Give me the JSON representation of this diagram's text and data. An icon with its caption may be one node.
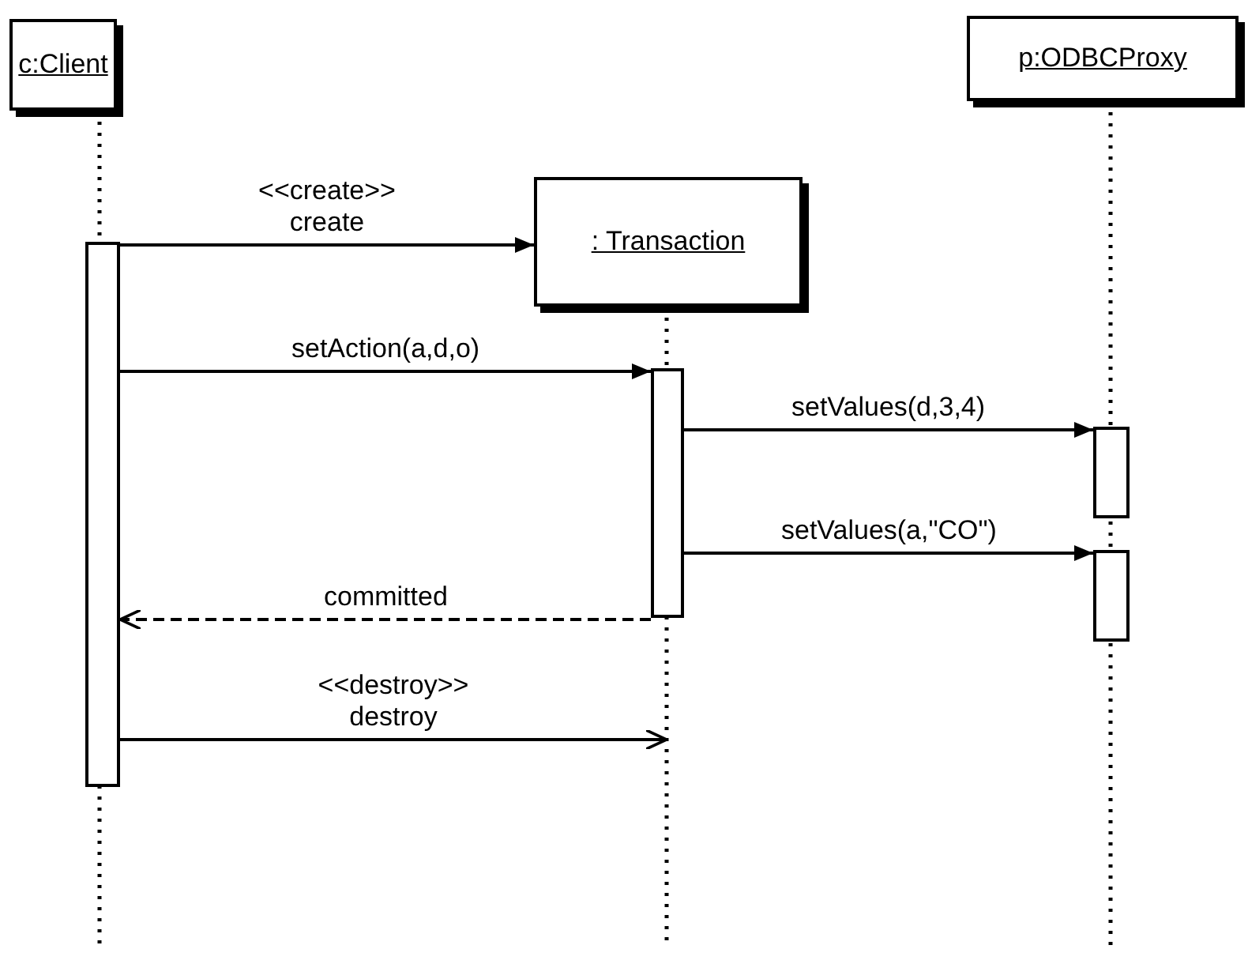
{
  "diagram": {
    "nodes": [
      {
        "text": [
          "c:Client"
        ]
      },
      {
        "text": [
          ": Transaction"
        ]
      },
      {
        "text": [
          "p:ODBCProxy"
        ]
      },
      {
        "text": [],
        "shape": "bar"
      },
      {
        "text": [],
        "shape": "bar"
      },
      {
        "text": [],
        "shape": "bar"
      },
      {
        "text": [],
        "shape": "bar"
      }
    ],
    "edges": [
      {
        "from": 3,
        "to": 1,
        "arrow": "to",
        "label": "<<create>> create"
      },
      {
        "from": 3,
        "to": 4,
        "arrow": "to",
        "label": "setAction(a,d,o)"
      },
      {
        "from": 4,
        "to": 5,
        "arrow": "to",
        "label": "setValues(d,3,4)"
      },
      {
        "from": 4,
        "to": 6,
        "arrow": "to",
        "label": "setValues(a,\"CO\")"
      },
      {
        "from": 4,
        "to": 3,
        "arrow": "to",
        "label": "committed",
        "style": "dashed"
      },
      {
        "from": 3,
        "to": null,
        "arrow": "to",
        "label": "<<destroy>> destroy"
      }
    ]
  }
}
